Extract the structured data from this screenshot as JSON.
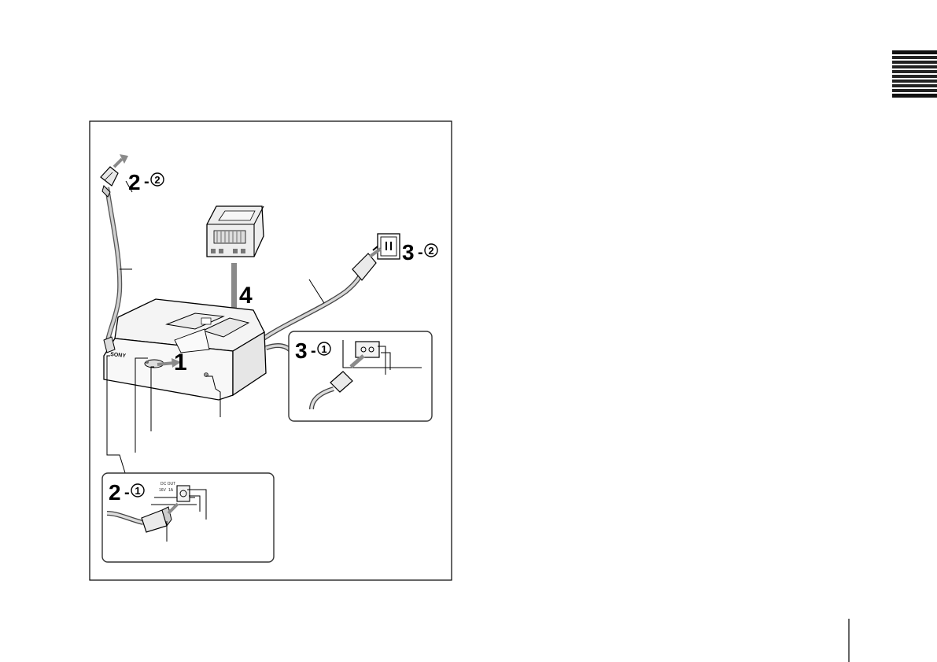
{
  "figure": {
    "steps": {
      "s1": "1",
      "s2_1_main": "2",
      "s2_1_sub": "1",
      "s2_2_main": "2",
      "s2_2_sub": "2",
      "s3_1_main": "3",
      "s3_1_sub": "1",
      "s3_2_main": "3",
      "s3_2_sub": "2",
      "s4": "4"
    },
    "panel_2_1_text": {
      "line1": "DC OUT",
      "line2": "16V",
      "line3": "1A"
    },
    "colors": {
      "outline": "#000000",
      "panel_stroke": "#333333",
      "arrow_gray": "#8a8a8a",
      "device_fill": "#f4f4f4",
      "battery_fill": "#eeeeee"
    }
  }
}
